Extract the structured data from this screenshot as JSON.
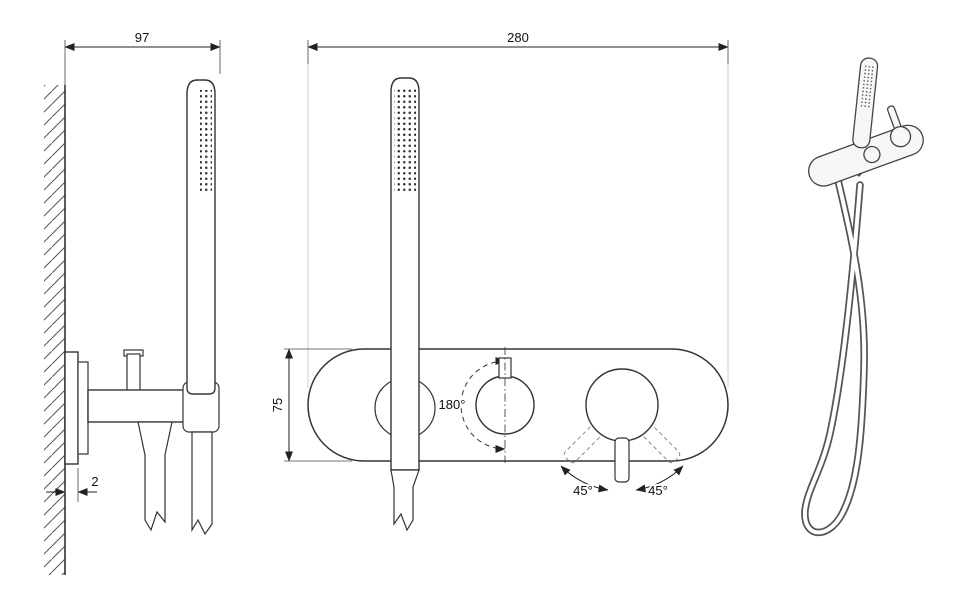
{
  "dimensions": {
    "side_width": "97",
    "front_width": "280",
    "plate_height": "75",
    "wall_offset": "2"
  },
  "angles": {
    "handle_rotation": "180°",
    "lever_swing_left": "45°",
    "lever_swing_right": "45°"
  },
  "colors": {
    "line": "#333333",
    "dim_text": "#111111",
    "background": "#ffffff"
  }
}
